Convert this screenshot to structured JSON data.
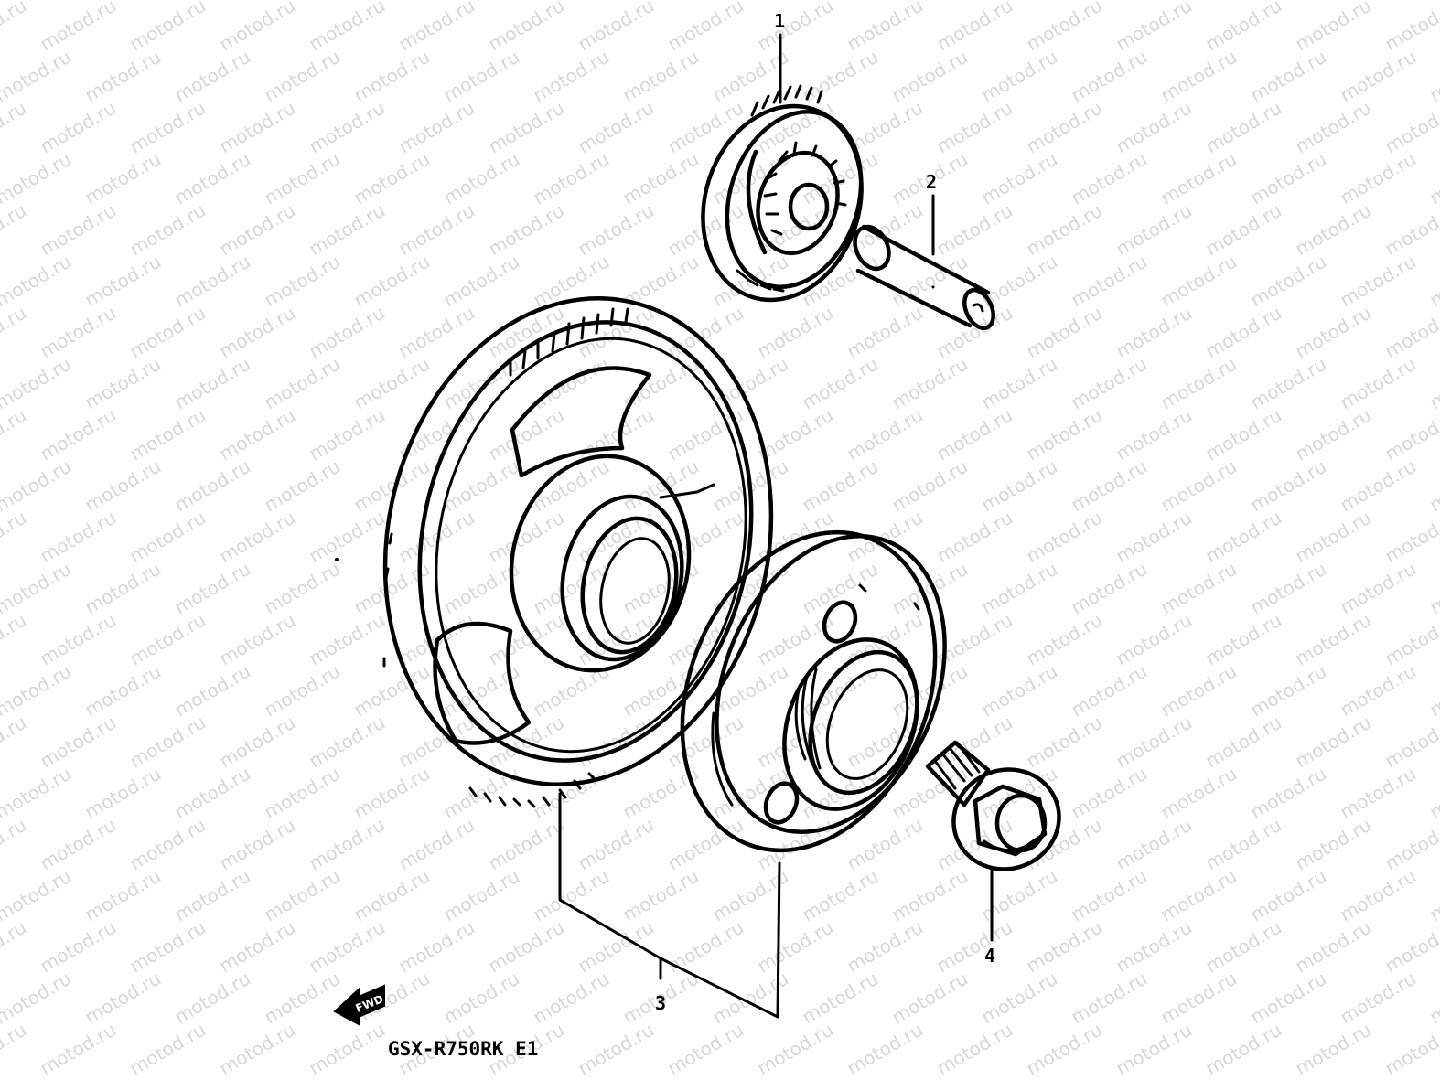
{
  "watermark": {
    "text": "motod.ru"
  },
  "callouts": [
    {
      "id": "1",
      "label": "1"
    },
    {
      "id": "2",
      "label": "2"
    },
    {
      "id": "3",
      "label": "3"
    },
    {
      "id": "4",
      "label": "4"
    }
  ],
  "forward_marker": {
    "label": "FWD",
    "icon": "arrow-left-icon"
  },
  "model_code": "GSX-R750RK E1",
  "colors": {
    "ink": "#000000",
    "watermark": "#d8d8d8",
    "background": "#ffffff"
  }
}
